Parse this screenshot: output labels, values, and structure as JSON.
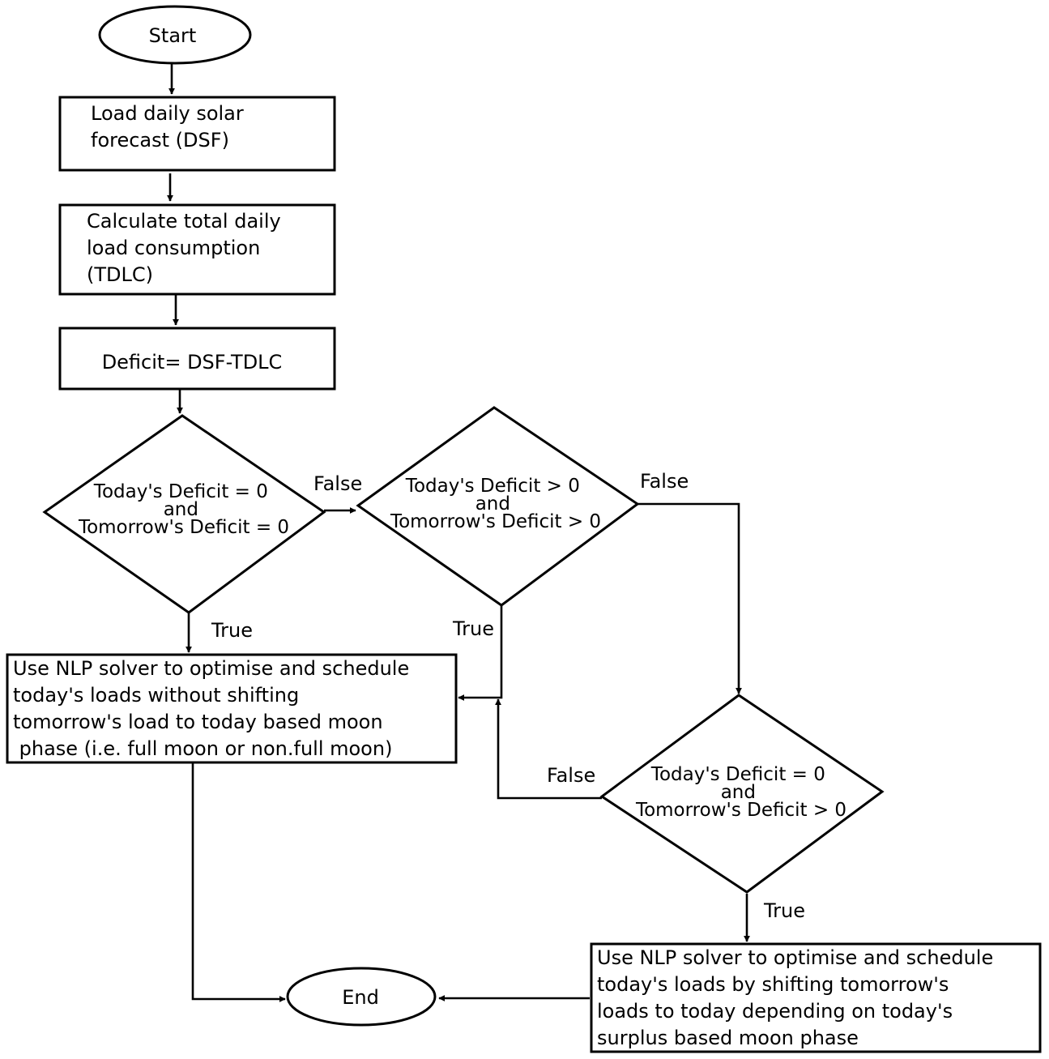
{
  "nodes": {
    "start": "Start",
    "load_dsf": [
      "Load daily solar",
      "forecast (DSF)"
    ],
    "calc_tdlc": [
      "Calculate total daily",
      "load consumption",
      "(TDLC)"
    ],
    "deficit": "Deficit= DSF-TDLC",
    "decision1": [
      "Today's Deficit = 0",
      "and",
      "Tomorrow's Deficit = 0"
    ],
    "decision2": [
      "Today's Deficit > 0",
      "and",
      "Tomorrow's Deficit > 0"
    ],
    "decision3": [
      "Today's Deficit = 0",
      "and",
      "Tomorrow's Deficit > 0"
    ],
    "process_no_shift": [
      "Use NLP solver to optimise and schedule",
      "today's loads without shifting",
      "tomorrow's load  to today based moon",
      " phase (i.e. full moon or non.full moon)"
    ],
    "process_shift": [
      "Use NLP solver to optimise and schedule",
      "today's loads by shifting tomorrow's",
      "loads to today depending on today's",
      "surplus based moon phase"
    ],
    "end": "End"
  },
  "edge_labels": {
    "d1_false": "False",
    "d1_true": "True",
    "d2_false": "False",
    "d2_true": "True",
    "d3_false": "False",
    "d3_true": "True"
  }
}
